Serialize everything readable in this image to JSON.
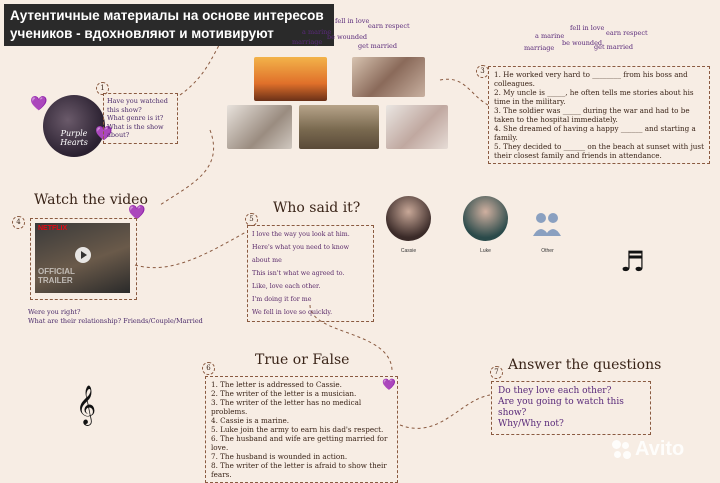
{
  "banner": {
    "line1": "Аутентичные материалы на основе интересов",
    "line2": "учеников - вдохновляют и мотивируют"
  },
  "words_top": [
    "fell in love",
    "earn respect",
    "a marine",
    "be wounded",
    "marriage",
    "get married"
  ],
  "words_right": [
    "fell in love",
    "earn respect",
    "a marine",
    "be wounded",
    "marriage",
    "get married"
  ],
  "step1": {
    "num": "1",
    "q1": "Have you watched this show?",
    "q2": "What genre is it?",
    "q3": "What is the show about?"
  },
  "poster_title": "Purple Hearts",
  "step3": {
    "num": "3",
    "items": [
      "1. He worked very hard to ________ from his boss and colleagues.",
      "2. My uncle is _____, he often tells me stories about his time in the military.",
      "3. The soldier was _____ during the war and had to be taken to the hospital immediately.",
      "4. She dreamed of having a happy ______ and starting a family.",
      "5. They decided to ______ on the beach at sunset with just their closest family and friends in attendance."
    ]
  },
  "step4": {
    "num": "4",
    "title": "Watch the video",
    "netflix": "NETFLIX",
    "trailer_line1": "OFFICIAL",
    "trailer_line2": "TRAILER",
    "q1": "Were you right?",
    "q2": "What are their relationship? Friends/Couple/Married"
  },
  "step5": {
    "num": "5",
    "title": "Who said it?",
    "quotes": [
      "I love the way you look at him.",
      "Here's what you need to know about me",
      "This isn't what we agreed to.",
      "Like, love each other.",
      "I'm doing it for me",
      "We fell in love so quickly."
    ]
  },
  "characters": [
    "Cassie",
    "Luke",
    "Other"
  ],
  "step6": {
    "num": "6",
    "title": "True or False",
    "items": [
      "1. The letter is addressed to Cassie.",
      "2. The writer of the letter is a musician.",
      "3. The writer of the letter has no medical problems.",
      "4. Cassie is a marine.",
      "5. Luke join the army to earn his dad's respect.",
      "6. The husband and wife are getting married for love.",
      "7. The husband is wounded in action.",
      "8. The writer of the letter is afraid to show their fears."
    ]
  },
  "step7": {
    "num": "7",
    "title": "Answer the questions",
    "items": [
      "Do they love each other?",
      "Are you going to watch this show?",
      "Why/Why not?"
    ]
  },
  "watermark": "Avito",
  "colors": {
    "background": "#f7ede4",
    "heart": "#8a3ad0",
    "dash": "#8a5a40"
  }
}
